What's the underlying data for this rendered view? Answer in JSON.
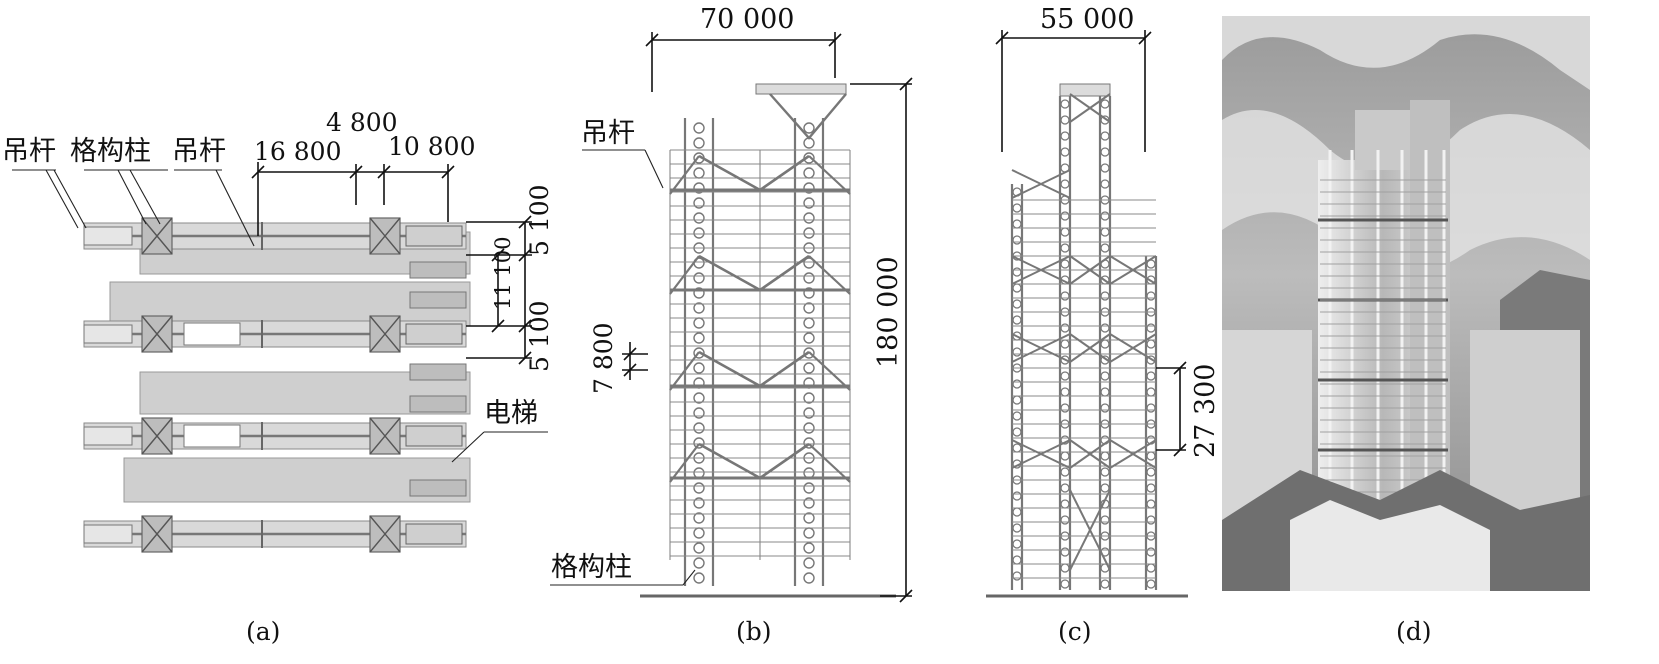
{
  "panels": {
    "a": {
      "caption": "(a)",
      "labels": {
        "hanger_1": "吊杆",
        "lattice_column": "格构柱",
        "hanger_2": "吊杆",
        "elevator": "电梯"
      },
      "dimensions": {
        "d4800": "4 800",
        "d16800": "16 800",
        "d10800": "10 800",
        "d5100_top": "5 100",
        "d11100": "11 100",
        "d5100_bottom": "5 100"
      }
    },
    "b": {
      "caption": "(b)",
      "labels": {
        "hanger": "吊杆",
        "lattice_column": "格构柱"
      },
      "dimensions": {
        "width": "70 000",
        "height": "180 000",
        "story": "7 800"
      }
    },
    "c": {
      "caption": "(c)",
      "dimensions": {
        "width": "55 000",
        "truss_height": "27 300"
      }
    },
    "d": {
      "caption": "(d)",
      "image": "building-photo"
    }
  }
}
